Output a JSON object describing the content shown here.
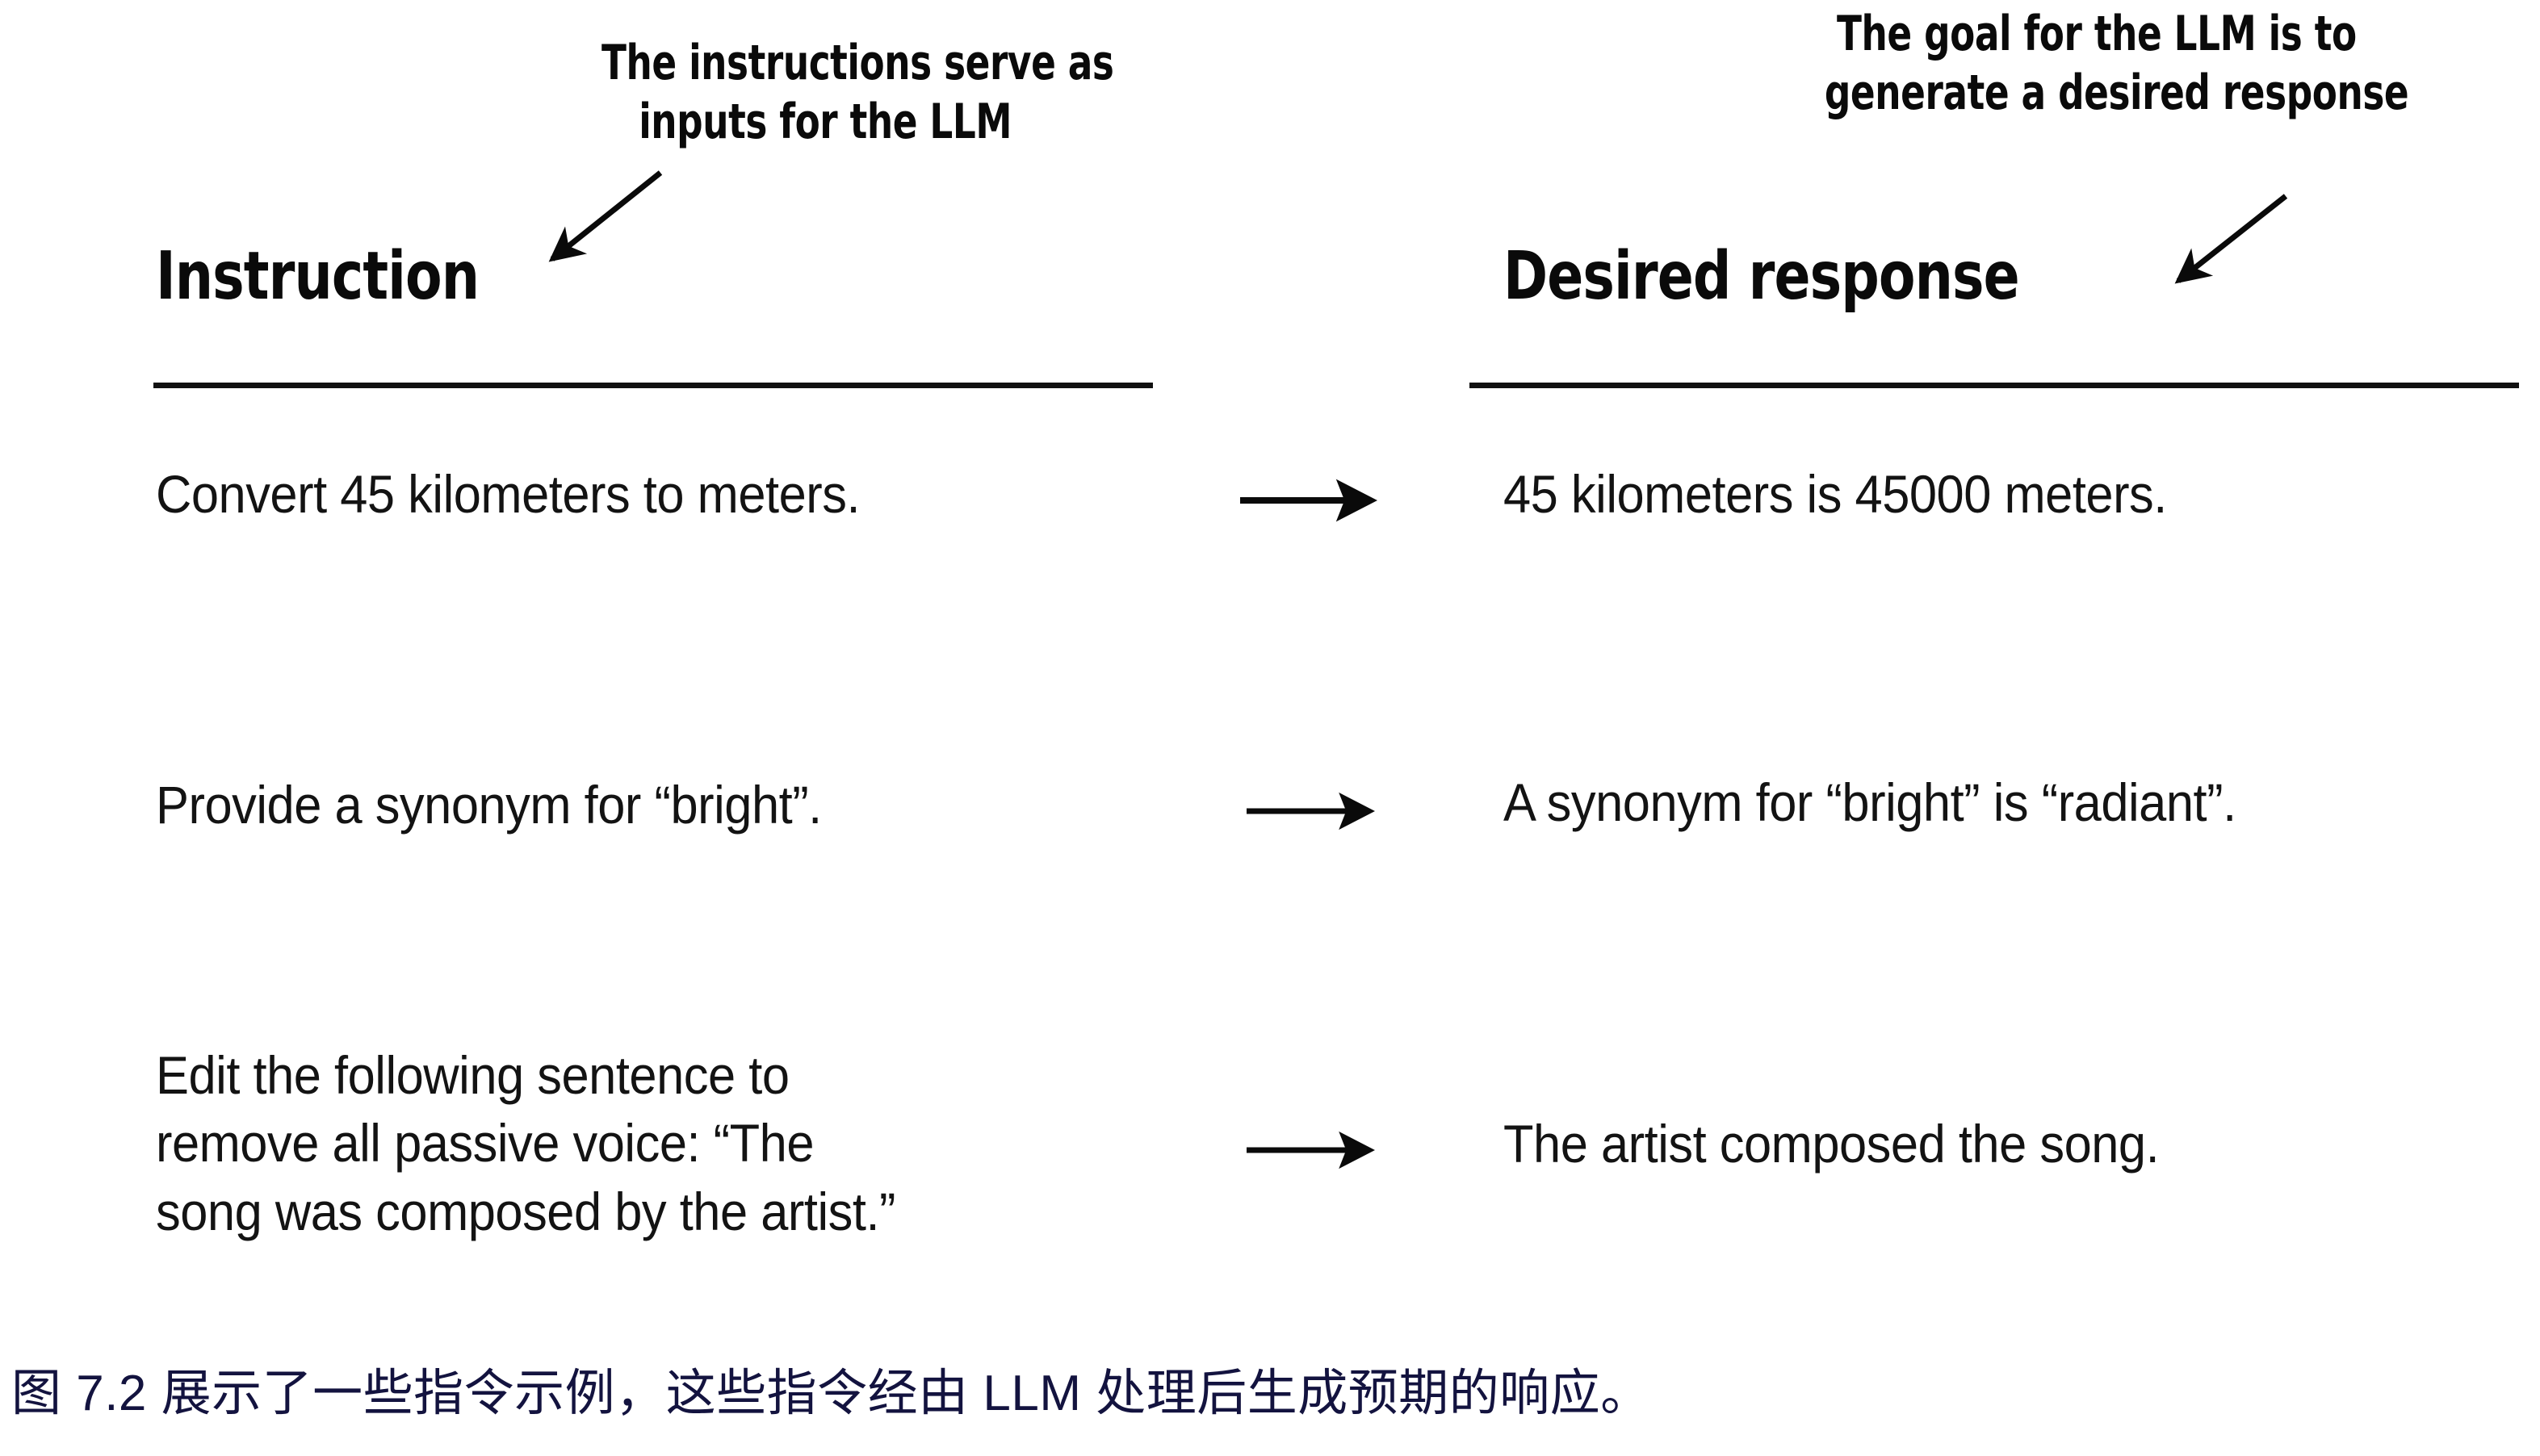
{
  "figure": {
    "annotations": {
      "left": {
        "name": "instruction-callout",
        "line1": "The instructions serve as",
        "line2": "inputs for the LLM"
      },
      "right": {
        "name": "response-callout",
        "line1": "The goal for the LLM is to",
        "line2": "generate a desired response"
      }
    },
    "columns": {
      "left_header": "Instruction",
      "right_header": "Desired response"
    },
    "rows": [
      {
        "instruction": "Convert 45 kilometers to meters.",
        "response": "45 kilometers is 45000 meters."
      },
      {
        "instruction": "Provide a synonym for “bright”.",
        "response": "A synonym for “bright” is “radiant”."
      },
      {
        "instruction": "Edit the following sentence to\nremove all passive voice: “The\nsong was composed by the artist.”",
        "response": "The artist composed the song."
      }
    ],
    "caption": "图 7.2 展示了一些指令示例，这些指令经由 LLM 处理后生成预期的响应。",
    "colors": {
      "text": "#131313",
      "heading": "#0a0a0a",
      "rule": "#111111",
      "caption": "#13133f",
      "background": "#ffffff"
    }
  }
}
